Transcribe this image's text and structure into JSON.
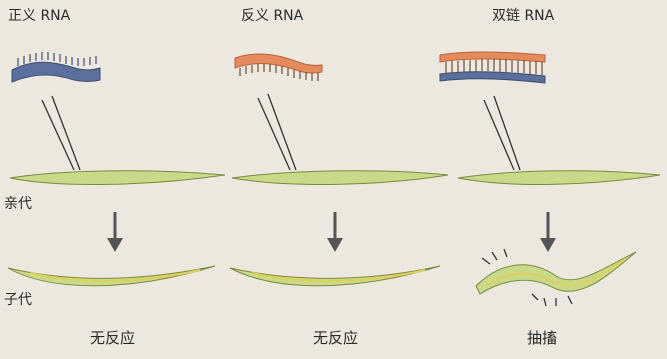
{
  "columns": [
    {
      "title": "正义 RNA",
      "result": "无反应",
      "rna_color": "#5b6f9c"
    },
    {
      "title": "反义 RNA",
      "result": "无反应",
      "rna_color": "#e58a5c"
    },
    {
      "title": "双链 RNA",
      "result": "抽搐",
      "rna_color": "#e58a5c",
      "rna_color_2": "#5b6f9c"
    }
  ],
  "rows": {
    "parent_label": "亲代",
    "offspring_label": "子代"
  },
  "colors": {
    "worm": "#c9d98a",
    "worm_stripe": "#e0cf5a",
    "worm_outline": "#7a8a3a",
    "arrow": "#555555"
  }
}
